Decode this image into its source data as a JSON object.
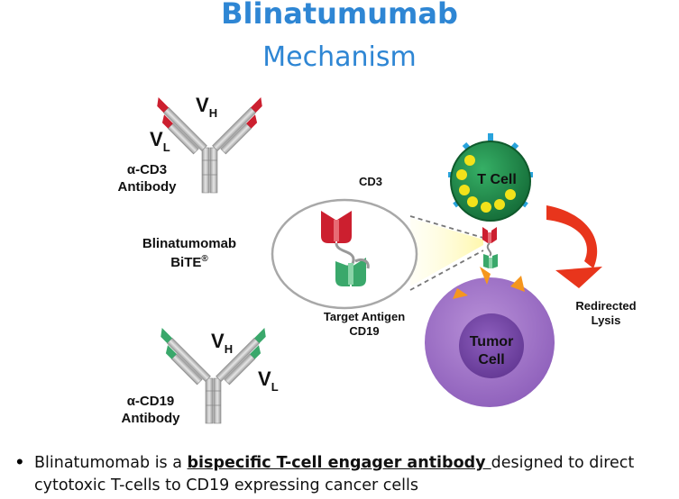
{
  "title": "Blinatumumab",
  "subtitle": "Mechanism",
  "labels": {
    "vh": "V",
    "vh_sub": "H",
    "vl": "V",
    "vl_sub": "L",
    "cd3_antibody_line1": "α-CD3",
    "cd3_antibody_line2": "Antibody",
    "cd19_antibody_line1": "α-CD19",
    "cd19_antibody_line2": "Antibody",
    "cd3": "CD3",
    "bite_line1": "Blinatumomab",
    "bite_line2": "BiTE",
    "bite_sup": "®",
    "target_line1": "Target Antigen",
    "target_line2": "CD19",
    "t_cell": "T Cell",
    "tumor_line1": "Tumor",
    "tumor_line2": "Cell",
    "lysis_line1": "Redirected",
    "lysis_line2": "Lysis"
  },
  "bullet": {
    "prefix": "Blinatumomab  is a ",
    "emphasis": "bispecific T-cell engager antibody ",
    "suffix": "designed to direct cytotoxic T-cells to CD19 expressing cancer cells"
  },
  "colors": {
    "title": "#2e86d4",
    "cd3_domain": "#cc1f2f",
    "cd19_domain": "#3aa86b",
    "t_cell": "#1e8a4a",
    "granule": "#f2e21a",
    "receptor": "#29a3dc",
    "tumor_cell": "#a070c8",
    "tumor_nucleus": "#7a4aa8",
    "arrow": "#e8351c"
  }
}
